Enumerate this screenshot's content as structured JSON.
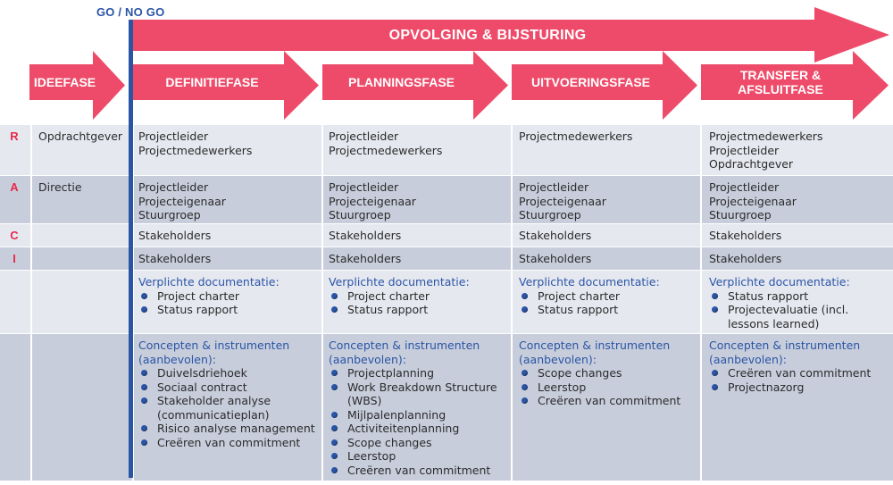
{
  "go_no_go": "GO / NO GO",
  "top_arrow": "OPVOLGING & BIJSTURING",
  "phases": [
    {
      "name": "IDEEFASE"
    },
    {
      "name": "DEFINITIEFASE"
    },
    {
      "name": "PLANNINGSFASE"
    },
    {
      "name": "UITVOERINGSFASE"
    },
    {
      "name": "TRANSFER &\nAFSLUITFASE"
    }
  ],
  "colors": {
    "arrow": "#ee4b6a",
    "accent_blue": "#2a55a5",
    "letter_red": "#e8294a",
    "row_light": "#e6e8f0",
    "row_dark": "#c7cddb"
  },
  "bullet_icon": "blue-bullet-icon",
  "rows": [
    {
      "letter": "R",
      "role": "Opdrachtgever",
      "cells": [
        {
          "lines": [
            "Projectleider",
            "Projectmedewerkers"
          ]
        },
        {
          "lines": [
            "Projectleider",
            "Projectmedewerkers"
          ]
        },
        {
          "lines": [
            "Projectmedewerkers"
          ]
        },
        {
          "lines": [
            "Projectmedewerkers",
            "Projectleider",
            "Opdrachtgever"
          ]
        }
      ]
    },
    {
      "letter": "A",
      "role": "Directie",
      "cells": [
        {
          "lines": [
            "Projectleider",
            "Projecteigenaar",
            "Stuurgroep"
          ]
        },
        {
          "lines": [
            "Projectleider",
            "Projecteigenaar",
            "Stuurgroep"
          ]
        },
        {
          "lines": [
            "Projectleider",
            "Projecteigenaar",
            "Stuurgroep"
          ]
        },
        {
          "lines": [
            "Projectleider",
            "Projecteigenaar",
            "Stuurgroep"
          ]
        }
      ]
    },
    {
      "letter": "C",
      "role": "",
      "cells": [
        {
          "lines": [
            "Stakeholders"
          ]
        },
        {
          "lines": [
            "Stakeholders"
          ]
        },
        {
          "lines": [
            "Stakeholders"
          ]
        },
        {
          "lines": [
            "Stakeholders"
          ]
        }
      ]
    },
    {
      "letter": "I",
      "role": "",
      "cells": [
        {
          "lines": [
            "Stakeholders"
          ]
        },
        {
          "lines": [
            "Stakeholders"
          ]
        },
        {
          "lines": [
            "Stakeholders"
          ]
        },
        {
          "lines": [
            "Stakeholders"
          ]
        }
      ]
    },
    {
      "letter": "",
      "role": "",
      "cells": [
        {
          "heading": [
            "Verplichte documentatie:"
          ],
          "bullets": [
            [
              "Project charter"
            ],
            [
              "Status rapport"
            ]
          ]
        },
        {
          "heading": [
            "Verplichte documentatie:"
          ],
          "bullets": [
            [
              "Project charter"
            ],
            [
              "Status rapport"
            ]
          ]
        },
        {
          "heading": [
            "Verplichte documentatie:"
          ],
          "bullets": [
            [
              "Project charter"
            ],
            [
              "Status rapport"
            ]
          ]
        },
        {
          "heading": [
            "Verplichte documentatie:"
          ],
          "bullets": [
            [
              "Status rapport"
            ],
            [
              "Projectevaluatie (incl.",
              "lessons learned)"
            ]
          ]
        }
      ]
    },
    {
      "letter": "",
      "role": "",
      "cells": [
        {
          "heading": [
            "Concepten & instrumenten",
            "(aanbevolen):"
          ],
          "bullets": [
            [
              "Duivelsdriehoek"
            ],
            [
              "Sociaal contract"
            ],
            [
              "Stakeholder analyse",
              "(communicatieplan)"
            ],
            [
              "Risico analyse management"
            ],
            [
              "Creëren van commitment"
            ]
          ]
        },
        {
          "heading": [
            "Concepten & instrumenten",
            "(aanbevolen):"
          ],
          "bullets": [
            [
              "Projectplanning"
            ],
            [
              "Work Breakdown Structure",
              "(WBS)"
            ],
            [
              "Mijlpalenplanning"
            ],
            [
              "Activiteitenplanning"
            ],
            [
              "Scope changes"
            ],
            [
              "Leerstop"
            ],
            [
              "Creëren van commitment"
            ]
          ]
        },
        {
          "heading": [
            "Concepten & instrumenten",
            "(aanbevolen):"
          ],
          "bullets": [
            [
              "Scope changes"
            ],
            [
              "Leerstop"
            ],
            [
              "Creëren van commitment"
            ]
          ]
        },
        {
          "heading": [
            "Concepten & instrumenten",
            "(aanbevolen):"
          ],
          "bullets": [
            [
              "Creëren van commitment"
            ],
            [
              "Projectnazorg"
            ]
          ]
        }
      ]
    }
  ]
}
